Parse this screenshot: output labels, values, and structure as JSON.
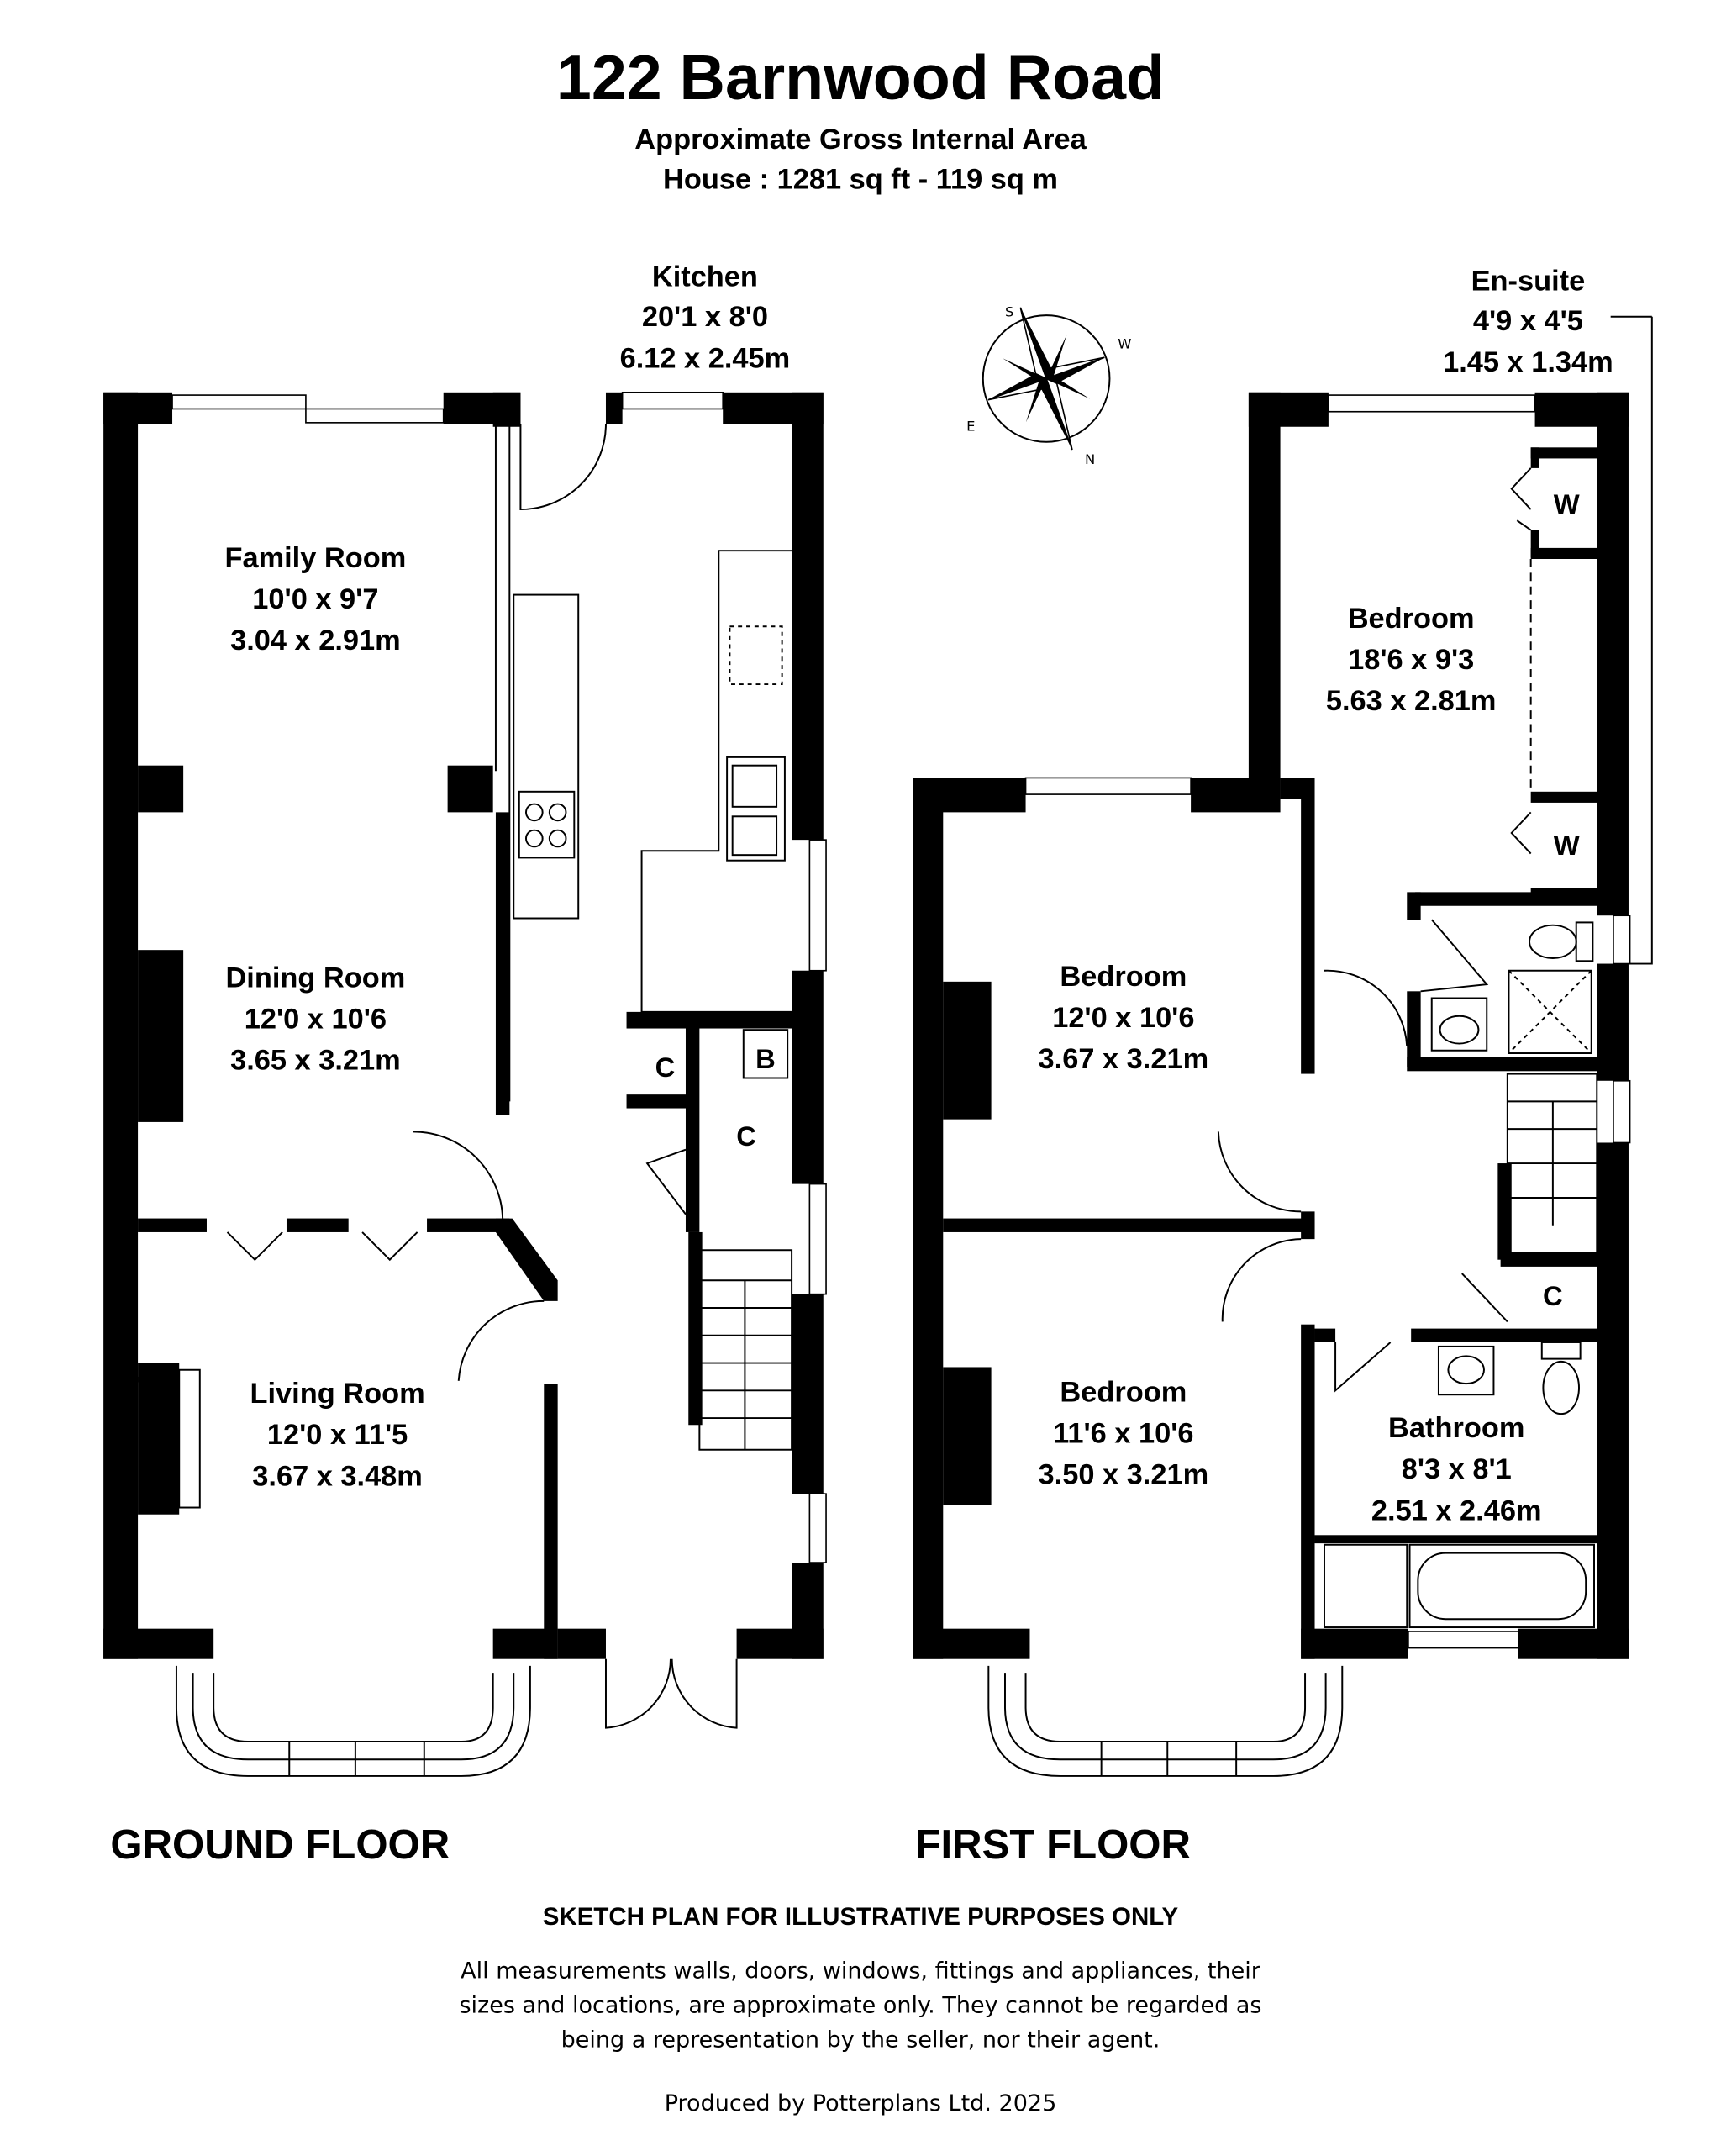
{
  "header": {
    "title": "122 Barnwood Road",
    "subtitle": "Approximate Gross Internal Area",
    "area": "House : 1281 sq ft - 119 sq m"
  },
  "ground_floor": {
    "label": "GROUND FLOOR",
    "rooms": [
      {
        "name": "Kitchen",
        "imperial": "20'1 x 8'0",
        "metric": "6.12 x 2.45m"
      },
      {
        "name": "Family Room",
        "imperial": "10'0 x 9'7",
        "metric": "3.04 x 2.91m"
      },
      {
        "name": "Dining Room",
        "imperial": "12'0 x 10'6",
        "metric": "3.65 x 3.21m"
      },
      {
        "name": "Living Room",
        "imperial": "12'0 x 11'5",
        "metric": "3.67 x 3.48m"
      }
    ],
    "cupboards": [
      "C",
      "B",
      "C"
    ]
  },
  "first_floor": {
    "label": "FIRST FLOOR",
    "rooms": [
      {
        "name": "En-suite",
        "imperial": "4'9 x 4'5",
        "metric": "1.45 x 1.34m"
      },
      {
        "name": "Bedroom",
        "imperial": "18'6 x 9'3",
        "metric": "5.63 x 2.81m"
      },
      {
        "name": "Bedroom",
        "imperial": "12'0 x 10'6",
        "metric": "3.67 x 3.21m"
      },
      {
        "name": "Bedroom",
        "imperial": "11'6 x 10'6",
        "metric": "3.50 x 3.21m"
      },
      {
        "name": "Bathroom",
        "imperial": "8'3 x 8'1",
        "metric": "2.51 x 2.46m"
      }
    ],
    "wardrobes": [
      "W",
      "W"
    ],
    "cupboards": [
      "C"
    ]
  },
  "compass": {
    "letters": [
      "S",
      "W",
      "N",
      "E"
    ]
  },
  "footer": {
    "disclaimer_title": "SKETCH PLAN FOR ILLUSTRATIVE PURPOSES ONLY",
    "disclaimer_lines": [
      "All measurements walls, doors, windows, fittings and appliances, their",
      "sizes and locations, are approximate only. They cannot be regarded as",
      "being a representation by the seller, nor their agent."
    ],
    "producer": "Produced by Potterplans Ltd. 2025"
  }
}
